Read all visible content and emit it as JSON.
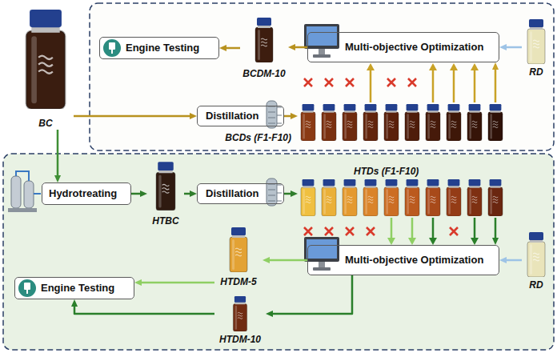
{
  "diagram": {
    "nodes": [
      {
        "text": [
          "Engine Testing"
        ]
      },
      {
        "text": [
          "BCDM-10"
        ]
      },
      {
        "text": [
          "Multi-objective Optimization"
        ]
      },
      {
        "text": [
          "RD"
        ]
      },
      {
        "text": [
          "BC"
        ]
      },
      {
        "text": [
          "Distillation"
        ]
      },
      {
        "text": [
          "BCDs (F1-F10)"
        ]
      },
      {
        "text": [
          "Hydrotreating"
        ]
      },
      {
        "text": [
          "HTBC"
        ]
      },
      {
        "text": [
          "Distillation"
        ]
      },
      {
        "text": [
          "HTDs (F1-F10)"
        ]
      },
      {
        "text": [
          "Multi-objective Optimization"
        ]
      },
      {
        "text": [
          "RD"
        ]
      },
      {
        "text": [
          "HTDM-5"
        ]
      },
      {
        "text": [
          "Engine Testing"
        ]
      },
      {
        "text": [
          "HTDM-10"
        ]
      }
    ],
    "edges": [
      {
        "from": 4,
        "to": 5,
        "arrow": "to"
      },
      {
        "from": 5,
        "to": 6,
        "arrow": "to"
      },
      {
        "from": 6,
        "to": 2,
        "arrow": "to"
      },
      {
        "from": 3,
        "to": 2,
        "arrow": "to"
      },
      {
        "from": 2,
        "to": 1,
        "arrow": "to"
      },
      {
        "from": 1,
        "to": 0,
        "arrow": "to"
      },
      {
        "from": 4,
        "to": 7,
        "arrow": "to"
      },
      {
        "from": 7,
        "to": 8,
        "arrow": "to"
      },
      {
        "from": 8,
        "to": 9,
        "arrow": "to"
      },
      {
        "from": 9,
        "to": 10,
        "arrow": "to"
      },
      {
        "from": 10,
        "to": 11,
        "arrow": "to"
      },
      {
        "from": 12,
        "to": 11,
        "arrow": "to"
      },
      {
        "from": 11,
        "to": 13,
        "arrow": "to"
      },
      {
        "from": 13,
        "to": 14,
        "arrow": "to"
      },
      {
        "from": 11,
        "to": 15,
        "arrow": "to"
      },
      {
        "from": 15,
        "to": 14,
        "arrow": "to"
      }
    ]
  }
}
